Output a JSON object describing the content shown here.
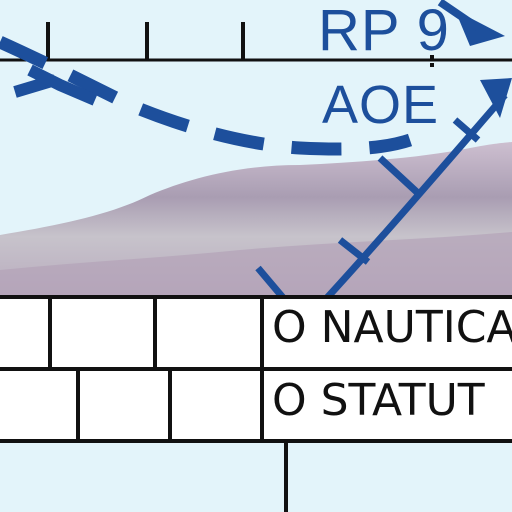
{
  "labels": {
    "reporting_point": "RP 9",
    "area": "AOE"
  },
  "scale_bar": {
    "nautical_label": "O NAUTICA",
    "statute_label": "O STATUT"
  },
  "colors": {
    "background": "#e3f4fa",
    "route_blue": "#1d4f9c",
    "terrain_purple": "#9c8aa6",
    "terrain_grey": "#b8b3bf",
    "scale_border": "#000000"
  },
  "icons": {
    "route": "dashed-route-line",
    "boundary": "airspace-boundary-line",
    "arrow": "route-arrowhead"
  }
}
